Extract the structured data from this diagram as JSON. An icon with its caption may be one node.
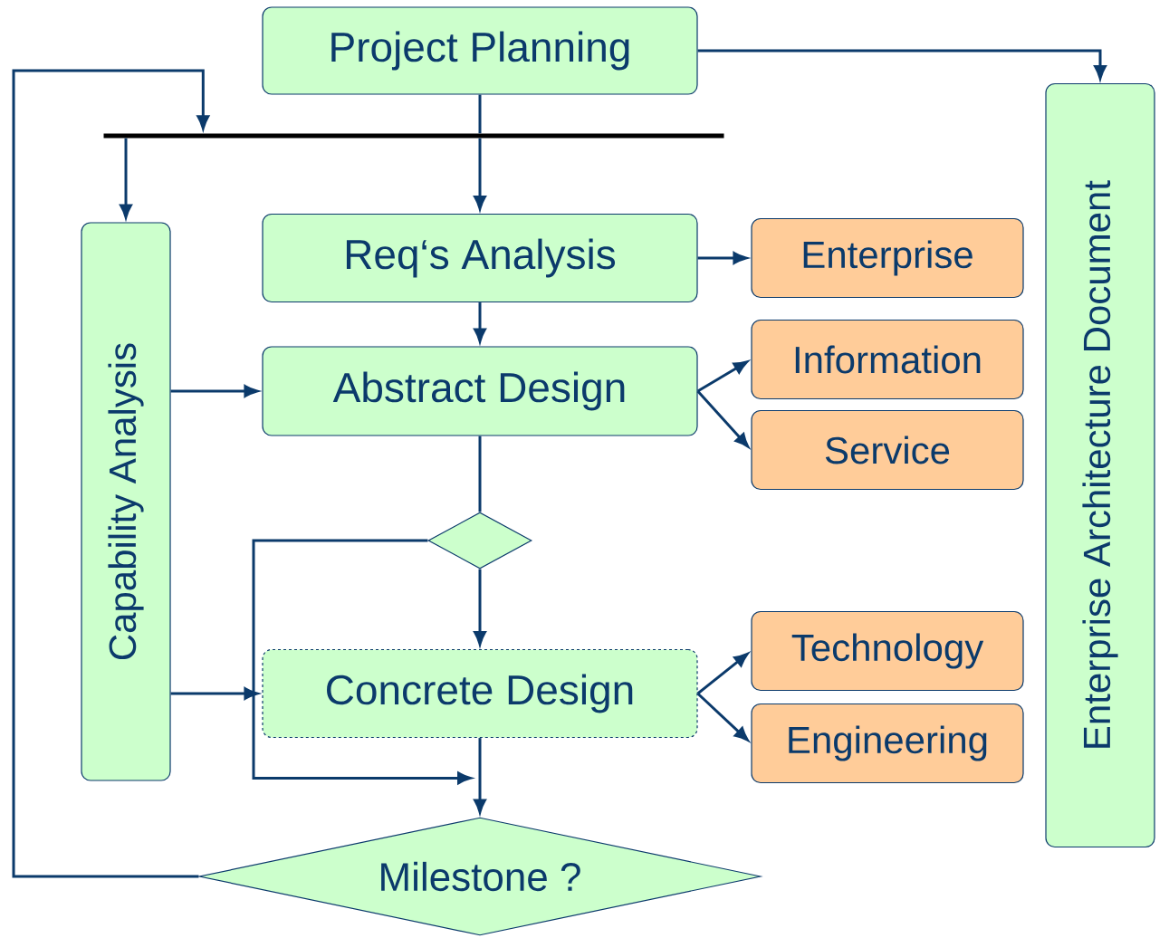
{
  "diagram": {
    "nodes": [
      {
        "text": [
          "Project Planning"
        ]
      },
      {
        "text": [
          "Enterprise Architecture Document"
        ]
      },
      {
        "text": [],
        "shape": "bar"
      },
      {
        "text": [
          "Capability Analysis"
        ]
      },
      {
        "text": [
          "Req‘s Analysis"
        ]
      },
      {
        "text": [
          "Enterprise"
        ]
      },
      {
        "text": [
          "Abstract Design"
        ]
      },
      {
        "text": [
          "Information"
        ]
      },
      {
        "text": [
          "Service"
        ]
      },
      {
        "text": [],
        "shape": "diamond"
      },
      {
        "text": [
          "Concrete Design"
        ]
      },
      {
        "text": [
          "Technology"
        ]
      },
      {
        "text": [
          "Engineering"
        ]
      },
      {
        "text": [
          "Milestone ?"
        ]
      }
    ],
    "edges": [
      {
        "from": 0,
        "to": 1,
        "arrow": "to"
      },
      {
        "from": 0,
        "to": 2,
        "arrow": "none"
      },
      {
        "from": 2,
        "to": 4,
        "arrow": "to"
      },
      {
        "from": 2,
        "to": 3,
        "arrow": "to"
      },
      {
        "from": 13,
        "to": 2,
        "arrow": "to"
      },
      {
        "from": 4,
        "to": 5,
        "arrow": "to"
      },
      {
        "from": 4,
        "to": 6,
        "arrow": "to"
      },
      {
        "from": 3,
        "to": 6,
        "arrow": "to"
      },
      {
        "from": 6,
        "to": 7,
        "arrow": "to"
      },
      {
        "from": 6,
        "to": 8,
        "arrow": "to"
      },
      {
        "from": 6,
        "to": 9,
        "arrow": "none"
      },
      {
        "from": 9,
        "to": 10,
        "arrow": "to"
      },
      {
        "from": 9,
        "to": 13,
        "arrow": "to"
      },
      {
        "from": 3,
        "to": 10,
        "arrow": "to"
      },
      {
        "from": 10,
        "to": 13,
        "arrow": "to"
      },
      {
        "from": 10,
        "to": 11,
        "arrow": "to"
      },
      {
        "from": 10,
        "to": 12,
        "arrow": "to"
      }
    ]
  }
}
